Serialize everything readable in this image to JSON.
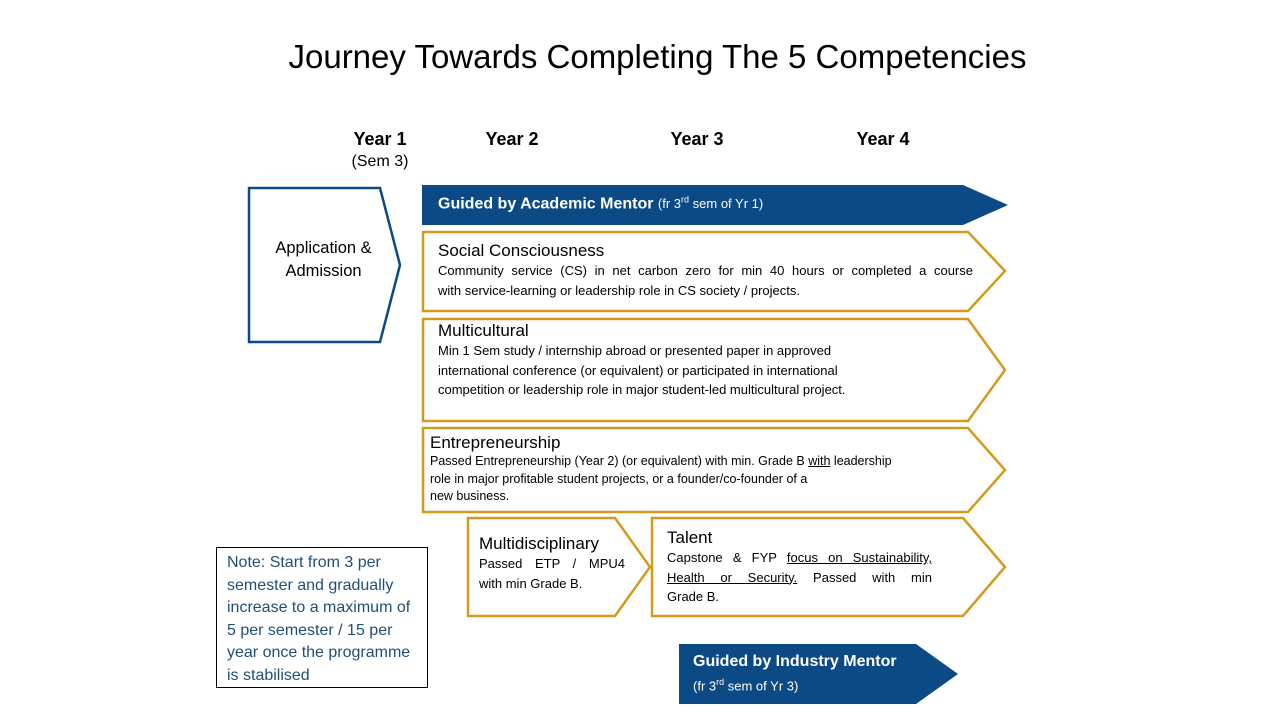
{
  "title": "Journey Towards Completing The 5 Competencies",
  "years": {
    "y1": "Year 1",
    "y1_sub": "(Sem 3)",
    "y2": "Year 2",
    "y3": "Year 3",
    "y4": "Year 4"
  },
  "application": {
    "line1": "Application &",
    "line2": "Admission"
  },
  "academic_mentor": {
    "label": "Guided by Academic Mentor",
    "detail_pre": "(fr 3",
    "detail_sup": "rd",
    "detail_post": " sem of Yr 1)"
  },
  "social": {
    "title": "Social Consciousness",
    "line1": "Community service (CS) in net carbon zero for min 40 hours or completed a course",
    "line2": "with service-learning or leadership role in CS society / projects."
  },
  "multicultural": {
    "title": "Multicultural",
    "line1": "Min 1 Sem study / internship abroad or presented paper in approved",
    "line2": "international conference (or equivalent) or participated in international",
    "line3": "competition or leadership role in major student-led multicultural project."
  },
  "entrepreneurship": {
    "title": "Entrepreneurship",
    "line1_pre": "Passed Entrepreneurship (Year 2) (or equivalent) with min. Grade B ",
    "line1_u": "with",
    "line1_post": " leadership",
    "line2": "role in major profitable student projects, or a founder/co-founder of a",
    "line3": "new business."
  },
  "multidisciplinary": {
    "title": "Multidisciplinary",
    "line1": "Passed ETP / MPU4",
    "line2": "with min Grade B."
  },
  "talent": {
    "title": "Talent",
    "line1_pre": "Capstone & FYP ",
    "line1_u": "focus on Sustainability,",
    "line2_u": "Health or Security.",
    "line2_post": " Passed with min",
    "line3": "Grade B."
  },
  "industry_mentor": {
    "label": "Guided by Industry Mentor",
    "detail_pre": "(fr 3",
    "detail_sup": "rd",
    "detail_post": " sem of Yr 3)"
  },
  "note": {
    "text": "Note: Start from 3 per semester and gradually increase to a maximum of 5 per semester / 15 per year once the programme is stabilised"
  },
  "colors": {
    "navy": "#0b4a84",
    "gold": "#d49a1c",
    "note_text": "#1f4e79"
  }
}
